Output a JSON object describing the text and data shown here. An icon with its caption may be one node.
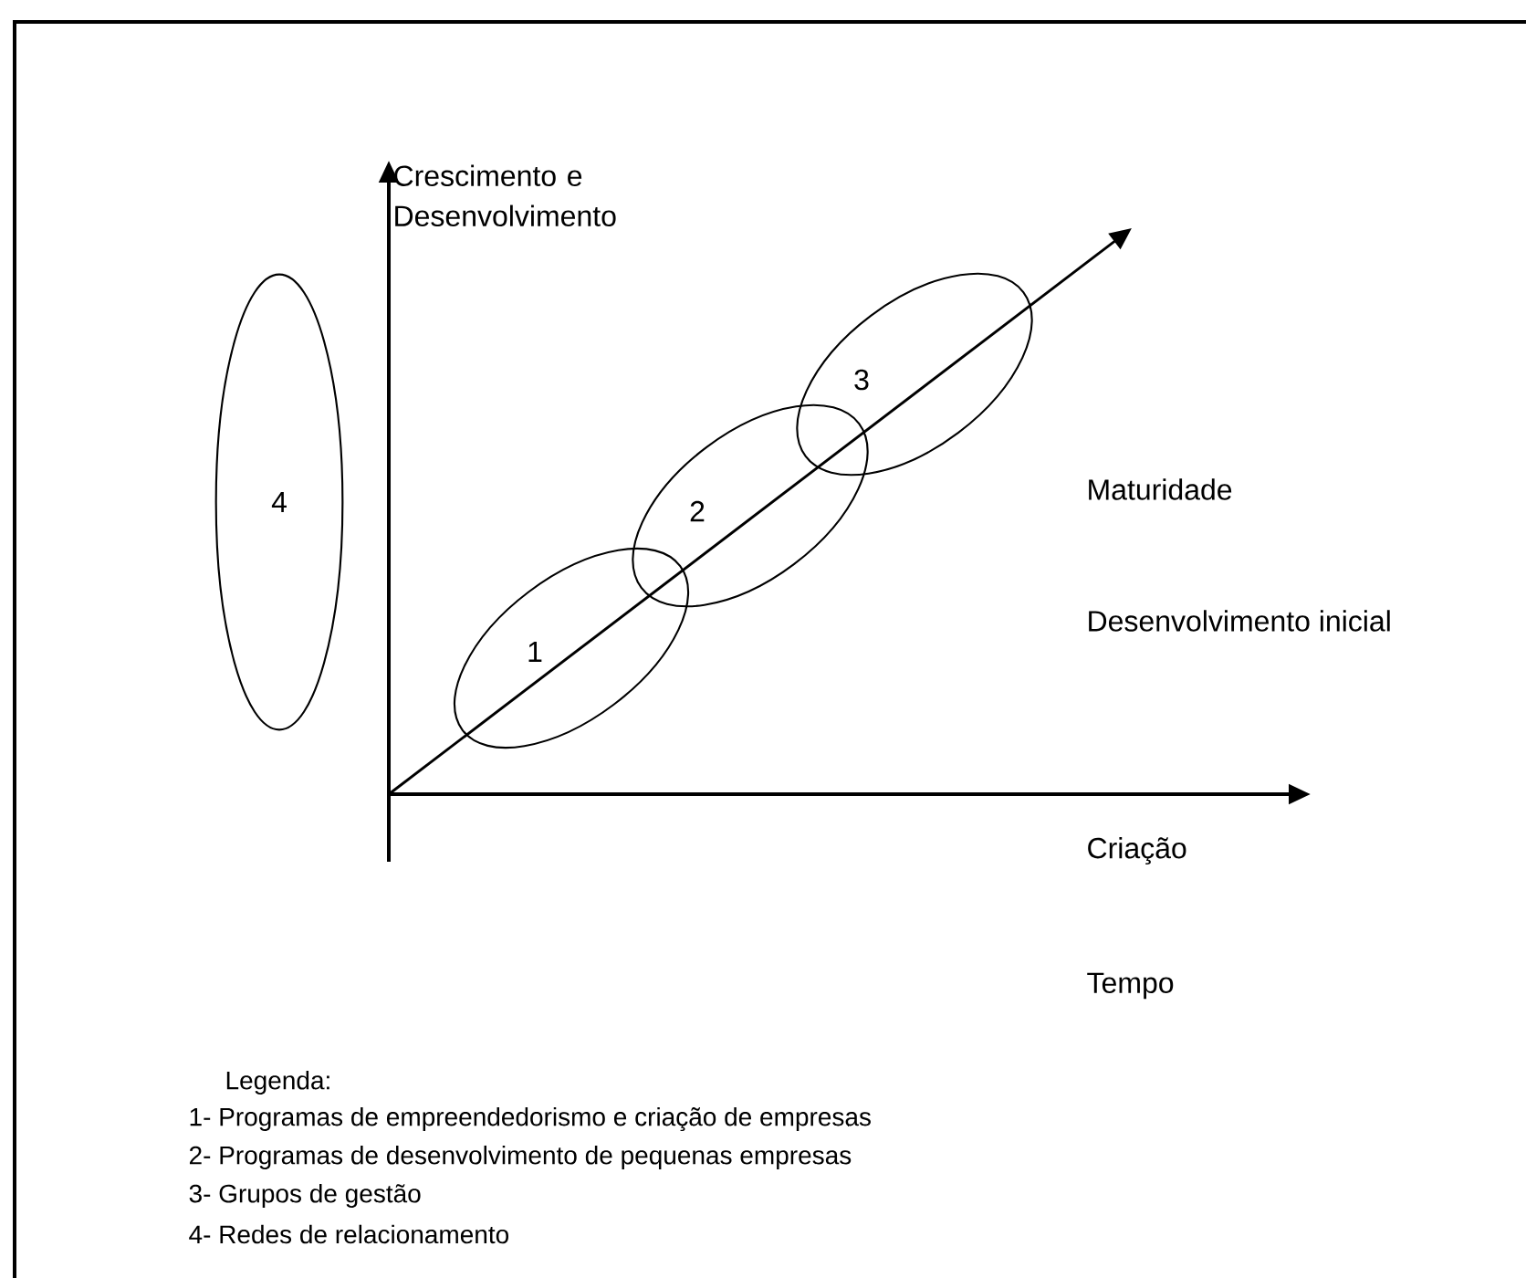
{
  "diagram": {
    "nodes": [
      {
        "text": [
          "1"
        ]
      },
      {
        "text": [
          "2"
        ]
      },
      {
        "text": [
          "3"
        ]
      },
      {
        "text": [
          "4"
        ]
      }
    ],
    "labels": [
      "Crescimento e Desenvolvimento",
      "Maturidade",
      "Desenvolvimento inicial",
      "Criação",
      "Tempo",
      "Legenda:",
      "1- Programas de empreendedorismo e criação de empresas",
      "2- Programas de desenvolvimento de pequenas empresas",
      "3- Grupos de gestão",
      "4- Redes de relacionamento"
    ]
  }
}
